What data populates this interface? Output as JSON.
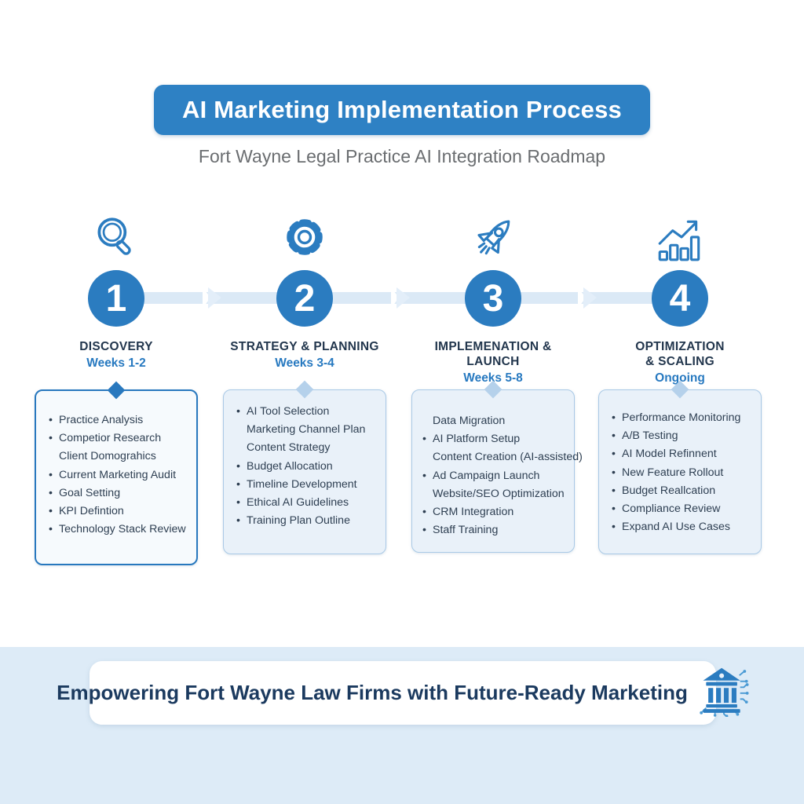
{
  "header": {
    "title": "AI Marketing Implementation Process",
    "subtitle": "Fort Wayne Legal Practice AI Integration Roadmap"
  },
  "colors": {
    "primary_blue": "#2b7cc0",
    "banner_blue": "#2e81c4",
    "connector_blue": "#dbe9f6",
    "card_background": "#e9f1f9",
    "card1_background": "#f6fafd",
    "card_border": "#a9c9e6",
    "card1_border": "#2878be",
    "heading_text": "#22364d",
    "weeks_text": "#2779c0",
    "footer_background": "#ddebf7",
    "footer_text": "#1b3a5f"
  },
  "steps": [
    {
      "number": "1",
      "icon": "magnifier-icon",
      "title": "DISCOVERY",
      "duration": "Weeks 1-2",
      "items": [
        {
          "bullet": true,
          "text": "Practice Analysis"
        },
        {
          "bullet": true,
          "text": "Competior Research"
        },
        {
          "bullet": false,
          "text": "Client Domograhics"
        },
        {
          "bullet": true,
          "text": "Current Marketing Audit"
        },
        {
          "bullet": true,
          "text": "Goal Setting"
        },
        {
          "bullet": true,
          "text": "KPI Defintion"
        },
        {
          "bullet": true,
          "text": "Technology Stack Review"
        }
      ]
    },
    {
      "number": "2",
      "icon": "gear-icon",
      "title": "STRATEGY & PLANNING",
      "duration": "Weeks 3-4",
      "items": [
        {
          "bullet": true,
          "text": "AI Tool Selection"
        },
        {
          "bullet": false,
          "text": "Marketing Channel Plan"
        },
        {
          "bullet": false,
          "text": "Content Strategy"
        },
        {
          "bullet": true,
          "text": "Budget Allocation"
        },
        {
          "bullet": true,
          "text": "Timeline Development"
        },
        {
          "bullet": true,
          "text": "Ethical AI Guidelines"
        },
        {
          "bullet": true,
          "text": "Training Plan Outline"
        }
      ]
    },
    {
      "number": "3",
      "icon": "rocket-icon",
      "title": "IMPLEMENATION & LAUNCH",
      "duration": "Weeks 5-8",
      "items": [
        {
          "bullet": false,
          "text": "Data Migration"
        },
        {
          "bullet": true,
          "text": "AI Platform Setup"
        },
        {
          "bullet": false,
          "text": "Content Creation (AI-assisted)"
        },
        {
          "bullet": true,
          "text": "Ad Campaign Launch"
        },
        {
          "bullet": false,
          "text": "Website/SEO Optimization"
        },
        {
          "bullet": true,
          "text": "CRM Integration"
        },
        {
          "bullet": true,
          "text": "Staff Training"
        }
      ]
    },
    {
      "number": "4",
      "icon": "growth-chart-icon",
      "title": "OPTIMIZATION\n& SCALING",
      "duration": "Ongoing",
      "items": [
        {
          "bullet": true,
          "text": "Performance Monitoring"
        },
        {
          "bullet": true,
          "text": "A/B Testing"
        },
        {
          "bullet": true,
          "text": "AI Model Refinnent"
        },
        {
          "bullet": true,
          "text": "New Feature Rollout"
        },
        {
          "bullet": true,
          "text": "Budget Reallcation"
        },
        {
          "bullet": true,
          "text": "Compliance Review"
        },
        {
          "bullet": true,
          "text": "Expand AI Use Cases"
        }
      ]
    }
  ],
  "footer": {
    "banner_text": "Empowering Fort Wayne Law Firms with Future-Ready Marketing",
    "icon": "courthouse-circuit-icon"
  }
}
